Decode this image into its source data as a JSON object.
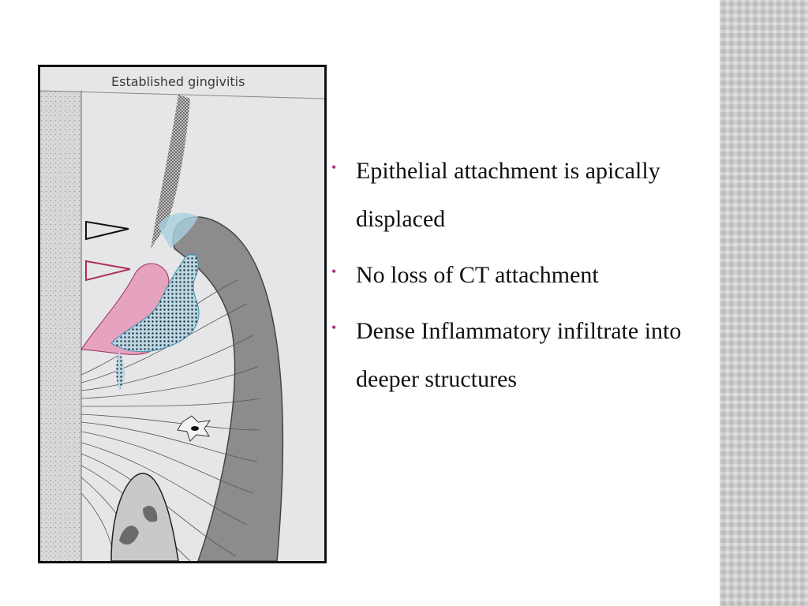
{
  "figure": {
    "title": "Established gingivitis"
  },
  "bullets": [
    {
      "text": "Epithelial attachment is apically displaced"
    },
    {
      "text": "No loss of CT attachment"
    },
    {
      "text": "Dense Inflammatory infiltrate into deeper structures"
    }
  ],
  "colors": {
    "bullet": "#a6327b",
    "band": "#cfcfcf",
    "infiltrate_pink": "#e6a3bf",
    "infiltrate_teal": "#3a8fb0"
  }
}
